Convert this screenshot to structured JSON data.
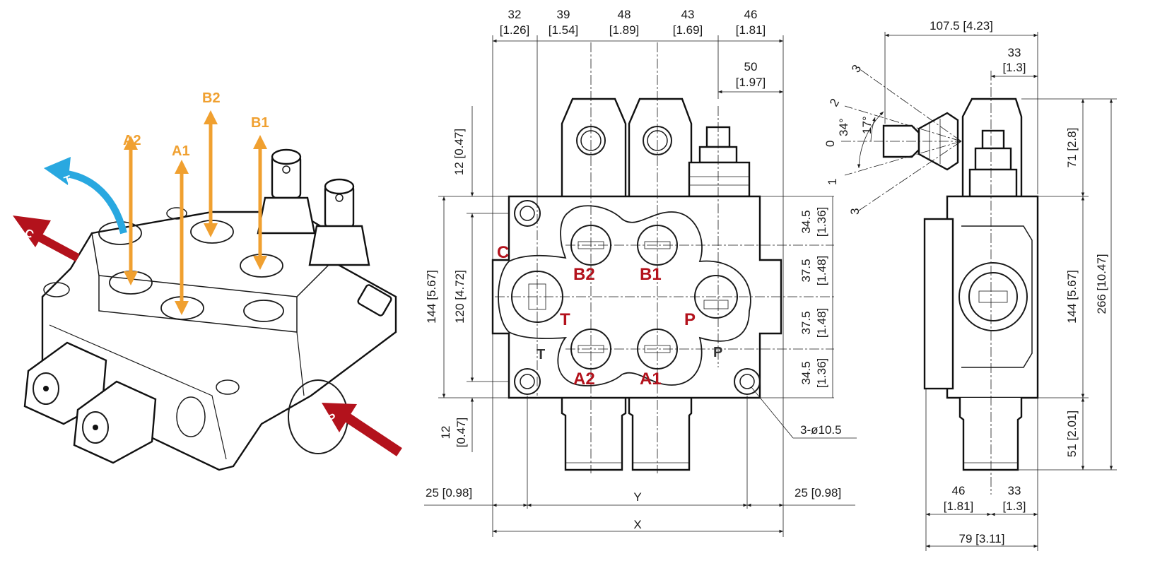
{
  "colors": {
    "pressure_red": "#b3121c",
    "work_orange": "#f0a030",
    "tank_blue": "#29a8e0",
    "line": "#1a1a1a"
  },
  "iso_view": {
    "flow_labels": {
      "a2": "A2",
      "a1": "A1",
      "b2": "B2",
      "b1": "B1",
      "t": "T",
      "c": "C",
      "p": "P"
    }
  },
  "front_view": {
    "top_dims": [
      {
        "mm": "32",
        "in": "[1.26]"
      },
      {
        "mm": "39",
        "in": "[1.54]"
      },
      {
        "mm": "48",
        "in": "[1.89]"
      },
      {
        "mm": "43",
        "in": "[1.69]"
      },
      {
        "mm": "46",
        "in": "[1.81]"
      }
    ],
    "dim_50": {
      "mm": "50",
      "in": "[1.97]"
    },
    "left_dims": {
      "d12_top": "12 [0.47]",
      "d144": "144 [5.67]",
      "d120": "120 [4.72]",
      "d12_bot_mm": "12",
      "d12_bot_in": "[0.47]"
    },
    "right_dims": [
      {
        "mm": "34.5",
        "in": "[1.36]"
      },
      {
        "mm": "37.5",
        "in": "[1.48]"
      },
      {
        "mm": "37.5",
        "in": "[1.48]"
      },
      {
        "mm": "34.5",
        "in": "[1.36]"
      }
    ],
    "ports": {
      "c": "C",
      "b2": "B2",
      "b1": "B1",
      "t": "T",
      "p": "P",
      "a2": "A2",
      "a1": "A1"
    },
    "cast_marks": {
      "t": "T",
      "p": "P"
    },
    "hole_callout": "3-ø10.5",
    "bottom_dims": {
      "left": "25 [0.98]",
      "y": "Y",
      "right": "25 [0.98]",
      "x": "X"
    }
  },
  "side_view": {
    "width_total": "107.5 [4.23]",
    "dim_33_top": {
      "mm": "33",
      "in": "[1.3]"
    },
    "lever_positions": {
      "p3_top": "3",
      "p2": "2",
      "p0": "0",
      "p1": "1",
      "p3_bot": "3"
    },
    "angles": {
      "a34": "34°",
      "a17": "17°"
    },
    "right_dims": {
      "d71": "71 [2.8]",
      "d266": "266 [10.47]",
      "d144": "144 [5.67]",
      "d51": "51 [2.01]"
    },
    "bottom_dims": {
      "d46": {
        "mm": "46",
        "in": "[1.81]"
      },
      "d33": {
        "mm": "33",
        "in": "[1.3]"
      },
      "d79": "79 [3.11]"
    }
  }
}
